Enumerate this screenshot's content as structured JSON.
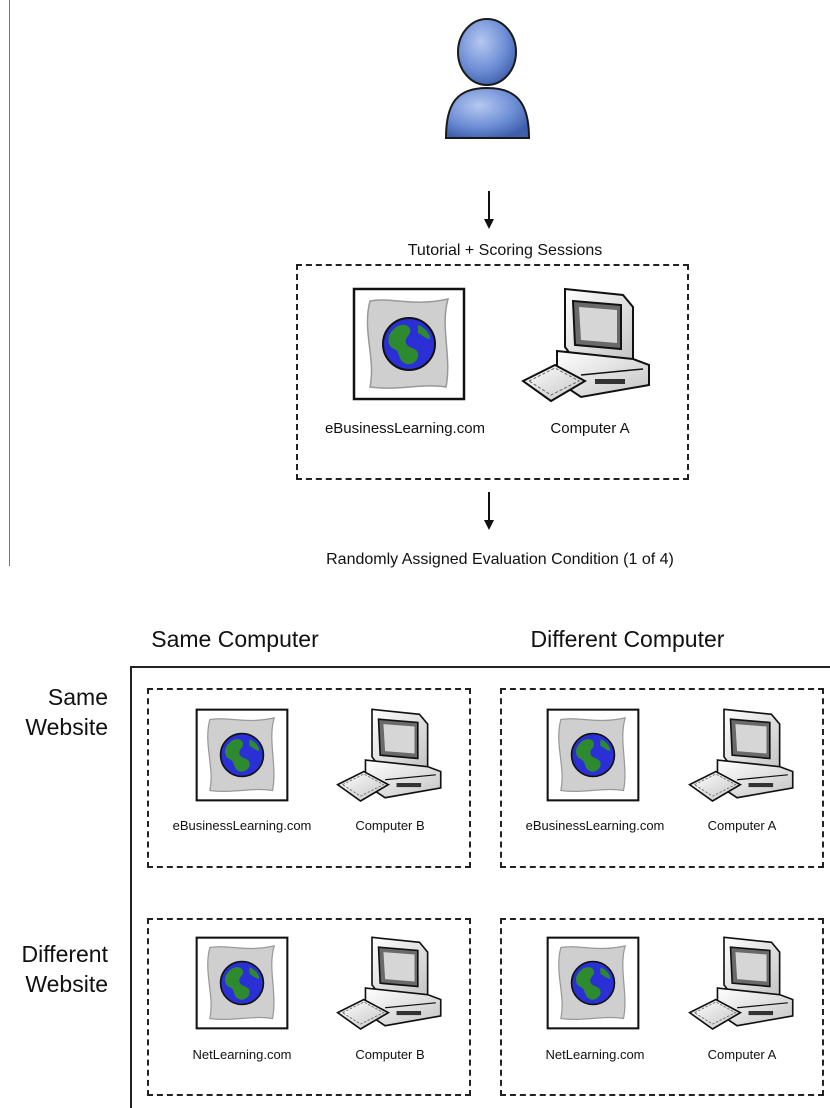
{
  "flow": {
    "sessions_label": "Tutorial + Scoring Sessions",
    "assignment_label": "Randomly Assigned Evaluation Condition (1 of 4)",
    "top_box": {
      "website": "eBusinessLearning.com",
      "computer": "Computer A"
    }
  },
  "matrix": {
    "col_headers": [
      "Same Computer",
      "Different Computer"
    ],
    "row_headers": [
      [
        "Same",
        "Website"
      ],
      [
        "Different",
        "Website"
      ]
    ],
    "cells": [
      {
        "website": "eBusinessLearning.com",
        "computer": "Computer B"
      },
      {
        "website": "eBusinessLearning.com",
        "computer": "Computer A"
      },
      {
        "website": "NetLearning.com",
        "computer": "Computer B"
      },
      {
        "website": "NetLearning.com",
        "computer": "Computer A"
      }
    ]
  },
  "icons": {
    "user": "user-icon",
    "website": "globe-website-icon",
    "computer": "desktop-computer-icon",
    "arrow": "arrow-down-icon"
  },
  "colors": {
    "user_fill": "#6f8fd6",
    "globe_ocean": "#2b2fd6",
    "globe_land": "#2e8a2e",
    "page_fill": "#cfcfcf",
    "line": "#222222"
  }
}
